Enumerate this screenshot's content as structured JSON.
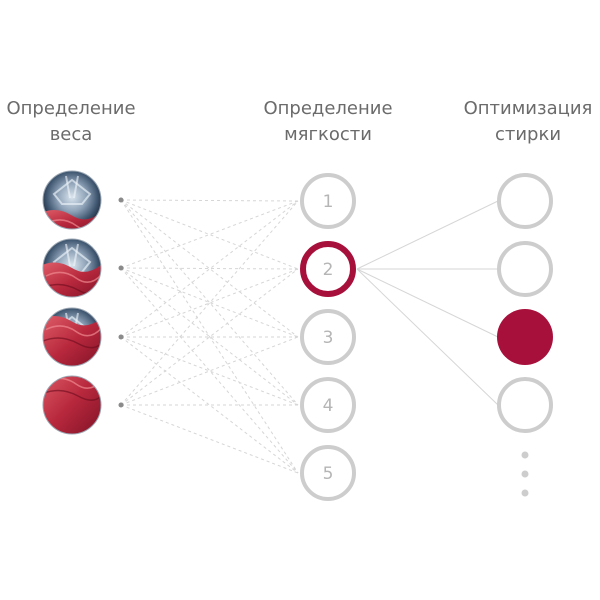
{
  "columns": {
    "weight": {
      "title_line1": "Определение",
      "title_line2": "веса"
    },
    "softness": {
      "title_line1": "Определение",
      "title_line2": "мягкости"
    },
    "optimization": {
      "title_line1": "Оптимизация",
      "title_line2": "стирки"
    }
  },
  "softness_levels": [
    {
      "label": "1",
      "selected": false
    },
    {
      "label": "2",
      "selected": true
    },
    {
      "label": "3",
      "selected": false
    },
    {
      "label": "4",
      "selected": false
    },
    {
      "label": "5",
      "selected": false
    }
  ],
  "weight_inputs": [
    {
      "icon": "drum-laundry-small-load-icon",
      "fill_level": 0.25
    },
    {
      "icon": "drum-laundry-medium-load-icon",
      "fill_level": 0.5
    },
    {
      "icon": "drum-laundry-large-load-icon",
      "fill_level": 0.75
    },
    {
      "icon": "drum-laundry-full-load-icon",
      "fill_level": 1.0
    }
  ],
  "optimization_outputs": [
    {
      "filled": false
    },
    {
      "filled": false
    },
    {
      "filled": true
    },
    {
      "filled": false
    }
  ],
  "more_indicator_dots": 3,
  "colors": {
    "accent": "#a8103c",
    "ring_gray": "#cdcdcd",
    "number_gray": "#b5b5b5",
    "line_gray": "#d6d6d6",
    "title_gray": "#6b6b6b"
  }
}
